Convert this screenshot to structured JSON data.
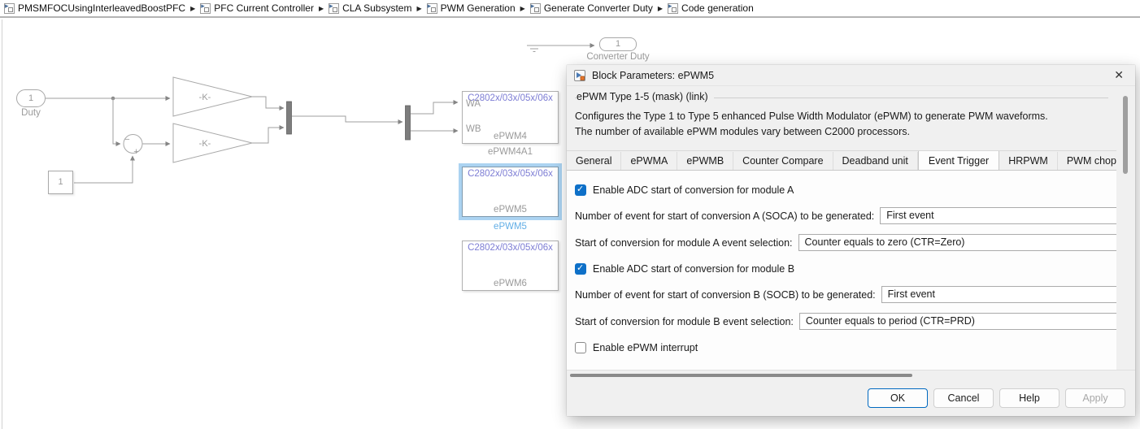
{
  "breadcrumb": {
    "separator": "▶",
    "items": [
      {
        "label": "PMSMFOCUsingInterleavedBoostPFC"
      },
      {
        "label": "PFC Current Controller"
      },
      {
        "label": "CLA Subsystem"
      },
      {
        "label": "PWM Generation"
      },
      {
        "label": "Generate Converter Duty"
      },
      {
        "label": "Code generation"
      }
    ]
  },
  "diagram": {
    "inport": {
      "value": "1",
      "label": "Duty"
    },
    "outport": {
      "value": "1",
      "label": "Converter Duty"
    },
    "constant": {
      "value": "1"
    },
    "gain_upper": {
      "label": "-K-"
    },
    "gain_lower": {
      "label": "-K-"
    },
    "sum": {
      "left_sign": "−",
      "bottom_sign": "+"
    },
    "epwm4": {
      "header": "C2802x/03x/05x/06x",
      "port_wa": "WA",
      "port_wb": "WB",
      "name": "ePWM4",
      "caption": "ePWM4A1"
    },
    "epwm5": {
      "header": "C2802x/03x/05x/06x",
      "name": "ePWM5",
      "caption": "ePWM5",
      "selected": true
    },
    "epwm6": {
      "header": "C2802x/03x/05x/06x",
      "name": "ePWM6"
    }
  },
  "dialog": {
    "title": "Block Parameters: ePWM5",
    "mask": {
      "legend": "ePWM Type 1-5 (mask) (link)",
      "description_line1": "Configures the Type 1 to Type 5 enhanced Pulse Width Modulator (ePWM) to generate PWM waveforms.",
      "description_line2": "The number of available ePWM modules vary between C2000 processors."
    },
    "tabs": [
      {
        "label": "General",
        "active": false
      },
      {
        "label": "ePWMA",
        "active": false
      },
      {
        "label": "ePWMB",
        "active": false
      },
      {
        "label": "Counter Compare",
        "active": false
      },
      {
        "label": "Deadband unit",
        "active": false
      },
      {
        "label": "Event Trigger",
        "active": true
      },
      {
        "label": "HRPWM",
        "active": false
      },
      {
        "label": "PWM chopper",
        "active": false
      }
    ],
    "fields": {
      "enable_soca": {
        "label": "Enable ADC start of conversion for module A",
        "checked": true
      },
      "soca_count": {
        "label": "Number of event for start of conversion A (SOCA) to be generated:",
        "value": "First event"
      },
      "soca_event": {
        "label": "Start of conversion for module A event selection:",
        "value": "Counter equals to zero (CTR=Zero)"
      },
      "enable_socb": {
        "label": "Enable ADC start of conversion for module B",
        "checked": true
      },
      "socb_count": {
        "label": "Number of event for start of conversion B (SOCB) to be generated:",
        "value": "First event"
      },
      "socb_event": {
        "label": "Start of conversion for module B event selection:",
        "value": "Counter equals to period (CTR=PRD)"
      },
      "enable_interrupt": {
        "label": "Enable ePWM interrupt",
        "checked": false
      }
    },
    "buttons": {
      "ok": "OK",
      "cancel": "Cancel",
      "help": "Help",
      "apply": "Apply"
    }
  },
  "icons": {
    "close": "✕",
    "check": "✓",
    "breadcrumb_arrow": "▶"
  },
  "colors": {
    "accent_blue": "#0e70c8",
    "ok_button_border": "#0069c0",
    "selection_blue": "#abd3f1",
    "selected_label_blue": "#62aee6",
    "block_header_purple": "#7d7dd4",
    "diagram_gray": "#9f9f9f"
  }
}
